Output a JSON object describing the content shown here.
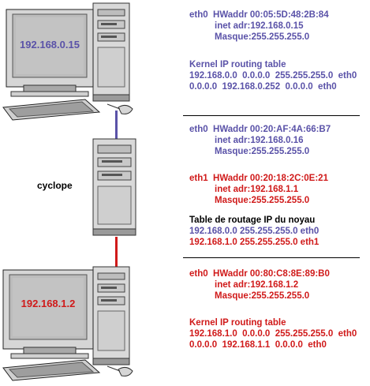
{
  "colors": {
    "blue": "#5a52a8",
    "red": "#d01a1a",
    "black": "#000000"
  },
  "top_pc": {
    "screen_label": "192.168.0.15",
    "iface_lines": [
      "eth0  HWaddr 00:05:5D:48:2B:84",
      "inet adr:192.168.0.15",
      "Masque:255.255.255.0"
    ],
    "routing_title": "Kernel IP routing table",
    "routes": [
      "192.168.0.0  0.0.0.0  255.255.255.0  eth0",
      "0.0.0.0  192.168.0.252  0.0.0.0  eth0"
    ]
  },
  "router": {
    "name": "cyclope",
    "eth0_lines": [
      "eth0  HWaddr 00:20:AF:4A:66:B7",
      "inet adr:192.168.0.16",
      "Masque:255.255.255.0"
    ],
    "eth1_lines": [
      "eth1  HWaddr 00:20:18:2C:0E:21",
      "inet adr:192.168.1.1",
      "Masque:255.255.255.0"
    ],
    "routing_title": "Table de routage IP du noyau",
    "routes": [
      "192.168.0.0 255.255.255.0 eth0",
      "192.168.1.0 255.255.255.0 eth1"
    ]
  },
  "bottom_pc": {
    "screen_label": "192.168.1.2",
    "iface_lines": [
      "eth0  HWaddr 00:80:C8:8E:89:B0",
      "inet adr:192.168.1.2",
      "Masque:255.255.255.0"
    ],
    "routing_title": "Kernel IP routing table",
    "routes": [
      "192.168.1.0  0.0.0.0  255.255.255.0  eth0",
      "0.0.0.0  192.168.1.1  0.0.0.0  eth0"
    ]
  }
}
